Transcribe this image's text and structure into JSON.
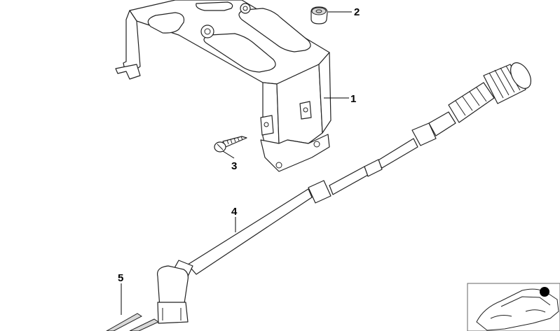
{
  "callouts": [
    {
      "id": "1",
      "label": "1"
    },
    {
      "id": "2",
      "label": "2"
    },
    {
      "id": "3",
      "label": "3"
    },
    {
      "id": "4",
      "label": "4"
    },
    {
      "id": "5",
      "label": "5"
    }
  ],
  "locator": {
    "icon": "car-outline-icon"
  }
}
